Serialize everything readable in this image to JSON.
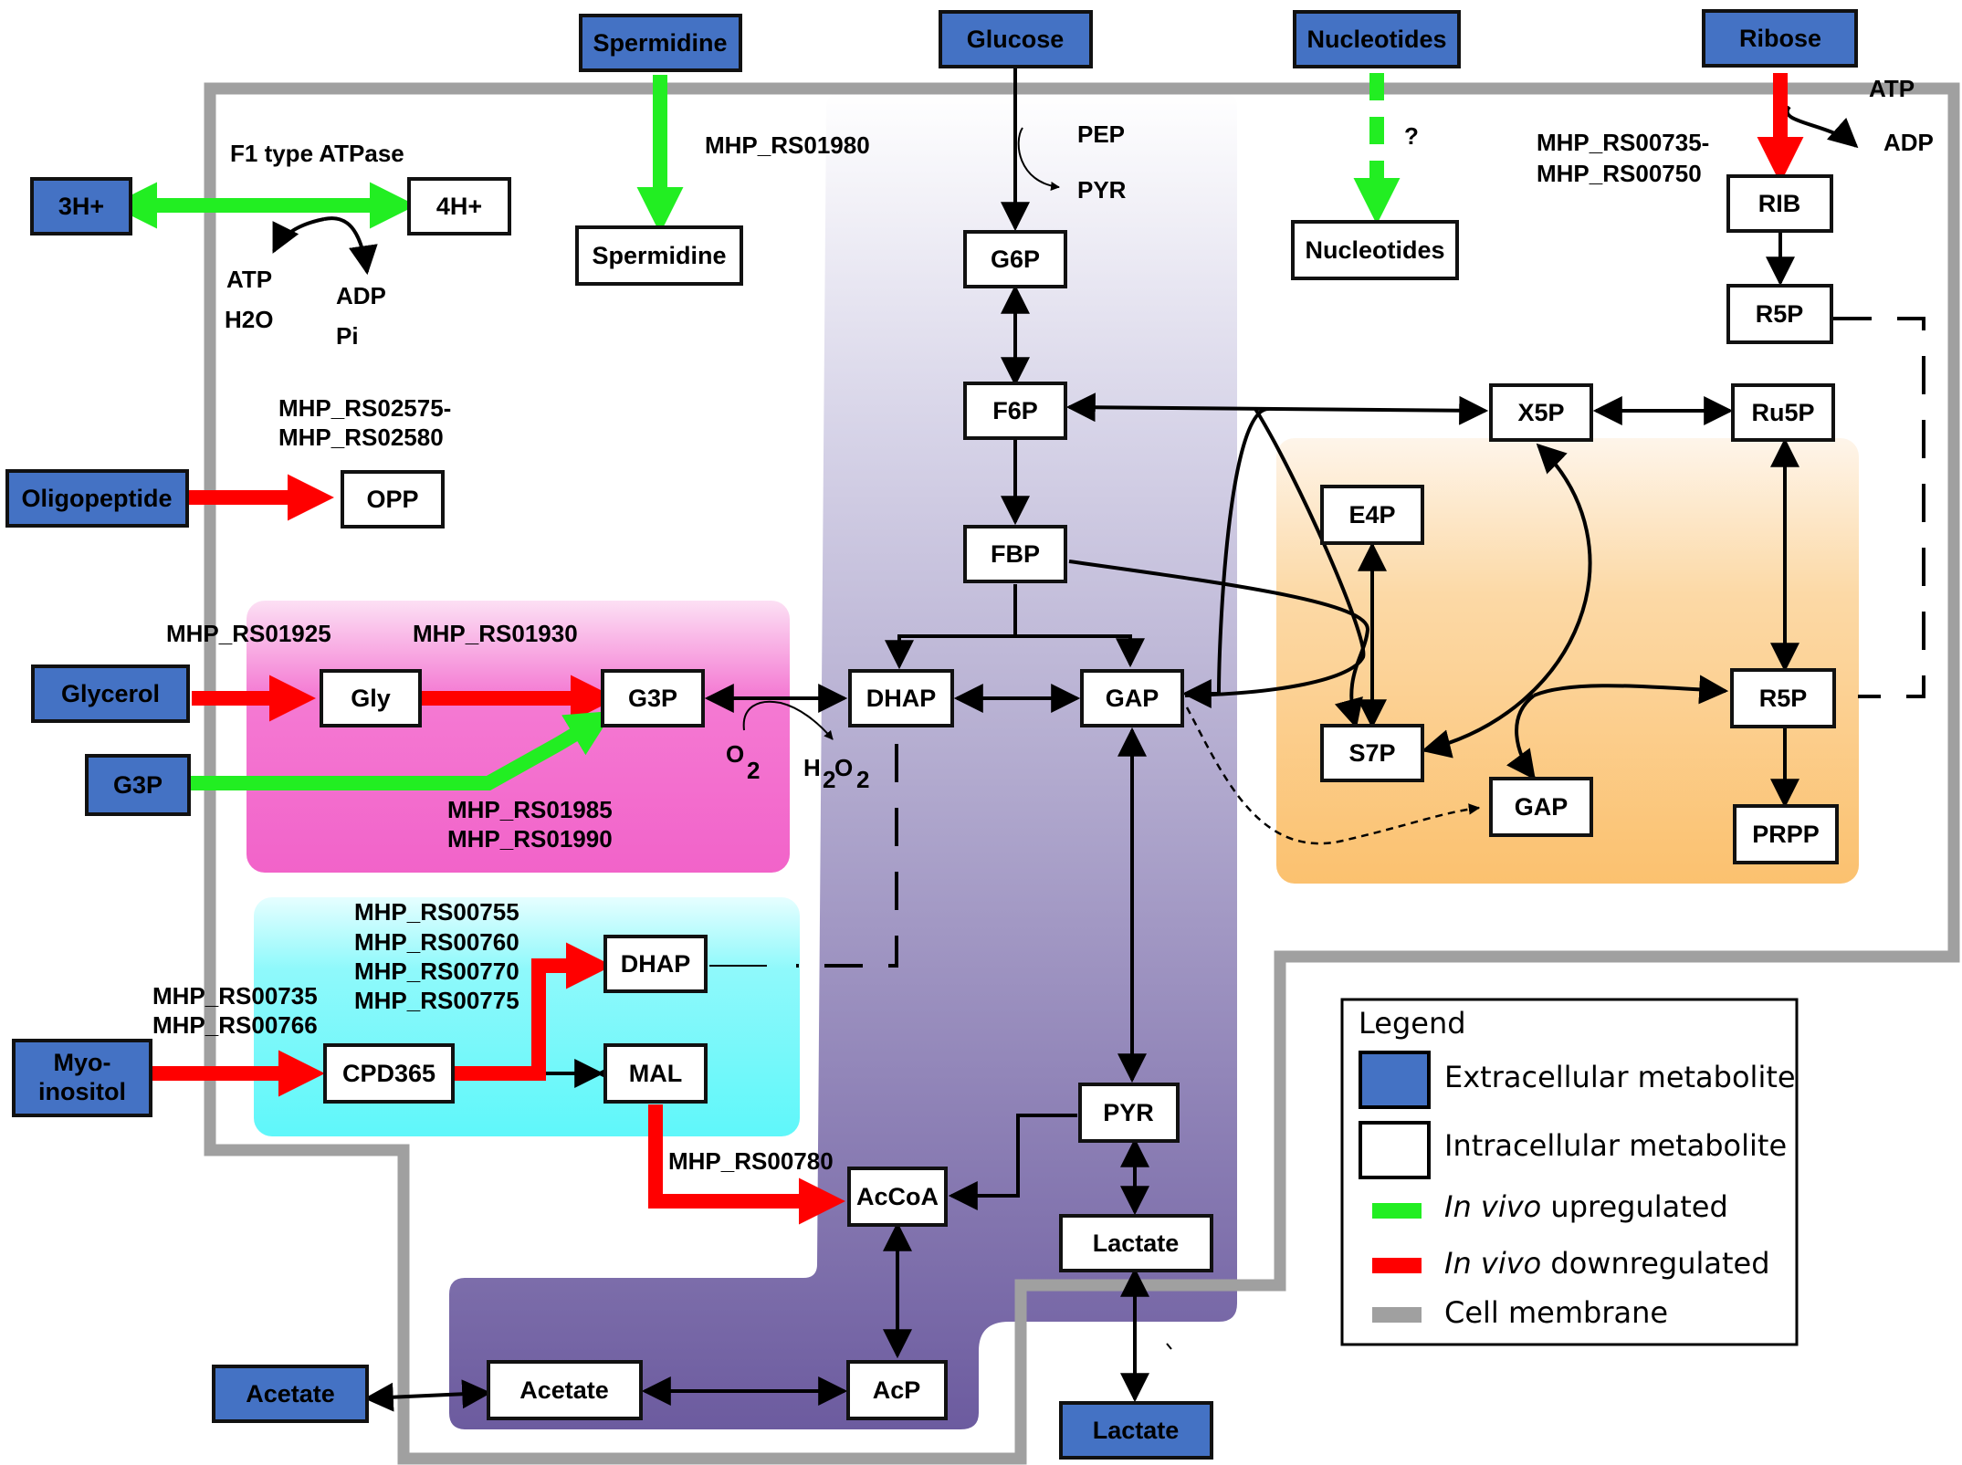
{
  "nodes": {
    "spermidine_ext": "Spermidine",
    "glucose_ext": "Glucose",
    "nucleotides_ext": "Nucleotides",
    "ribose_ext": "Ribose",
    "h3_ext": "3H+",
    "h4_int": "4H+",
    "spermidine_int": "Spermidine",
    "nucleotides_int": "Nucleotides",
    "rib": "RIB",
    "r5p_top": "R5P",
    "g6p": "G6P",
    "f6p": "F6P",
    "fbp": "FBP",
    "x5p": "X5P",
    "ru5p": "Ru5P",
    "e4p": "E4P",
    "s7p": "S7P",
    "gap_ppp": "GAP",
    "r5p": "R5P",
    "prpp": "PRPP",
    "oligopeptide_ext": "Oligopeptide",
    "opp": "OPP",
    "glycerol_ext": "Glycerol",
    "gly": "Gly",
    "g3p_int": "G3P",
    "g3p_ext": "G3P",
    "dhap": "DHAP",
    "gap": "GAP",
    "myo_ext_1": "Myo-",
    "myo_ext_2": "inositol",
    "cpd365": "CPD365",
    "dhap2": "DHAP",
    "mal": "MAL",
    "pyr": "PYR",
    "lactate_int": "Lactate",
    "lactate_ext": "Lactate",
    "accoa": "AcCoA",
    "acp": "AcP",
    "acetate_int": "Acetate",
    "acetate_ext": "Acetate"
  },
  "genes": {
    "rs01980": "MHP_RS01980",
    "rs00735_00750_a": "MHP_RS00735-",
    "rs00735_00750_b": "MHP_RS00750",
    "rs02575_a": "MHP_RS02575-",
    "rs02575_b": "MHP_RS02580",
    "rs01925": "MHP_RS01925",
    "rs01930": "MHP_RS01930",
    "rs01985": "MHP_RS01985",
    "rs01990": "MHP_RS01990",
    "rs00755": "MHP_RS00755",
    "rs00760": "MHP_RS00760",
    "rs00770": "MHP_RS00770",
    "rs00775": "MHP_RS00775",
    "rs00735": "MHP_RS00735",
    "rs00766": "MHP_RS00766",
    "rs00780": "MHP_RS00780"
  },
  "labels": {
    "f1_atpase": "F1 type ATPase",
    "atp": "ATP",
    "h2o": "H2O",
    "adp": "ADP",
    "pi": "Pi",
    "pep": "PEP",
    "pyr_small": "PYR",
    "question": "?",
    "atp_ribose": "ATP",
    "adp_ribose": "ADP",
    "o2_main": "O",
    "o2_sub": "2",
    "h2o2_h": "H",
    "h2o2_sub1": "2",
    "h2o2_o": "O",
    "h2o2_sub2": "2"
  },
  "legend": {
    "title": "Legend",
    "extracellular": "Extracellular metabolite",
    "intracellular": "Intracellular metabolite",
    "upregulated_italic": "In vivo",
    "upregulated_rest": " upregulated",
    "downregulated_italic": "In vivo",
    "downregulated_rest": " downregulated",
    "membrane": "Cell membrane"
  },
  "colors": {
    "extracellular": "#4472c4",
    "upregulated": "#22ee22",
    "downregulated": "#ff0000",
    "membrane": "#a0a0a0",
    "glycolysis_region": "#7565a6",
    "ppp_region": "#fcc57b",
    "glycerol_region": "#f263c9",
    "inositol_region": "#5ff7fa"
  }
}
